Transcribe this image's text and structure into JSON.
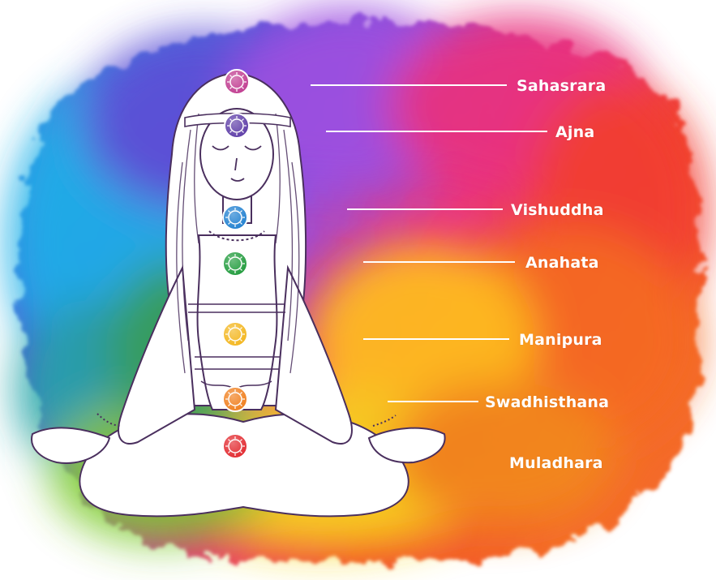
{
  "diagram": {
    "chakras": [
      {
        "name": "Sahasrara",
        "color": "#c03a8f"
      },
      {
        "name": "Ajna",
        "color": "#5b3aa6"
      },
      {
        "name": "Vishuddha",
        "color": "#1e7fd0"
      },
      {
        "name": "Anahata",
        "color": "#1e9a3a"
      },
      {
        "name": "Manipura",
        "color": "#f3b51a"
      },
      {
        "name": "Swadhisthana",
        "color": "#f07d1a"
      },
      {
        "name": "Muladhara",
        "color": "#e2262c"
      }
    ]
  }
}
